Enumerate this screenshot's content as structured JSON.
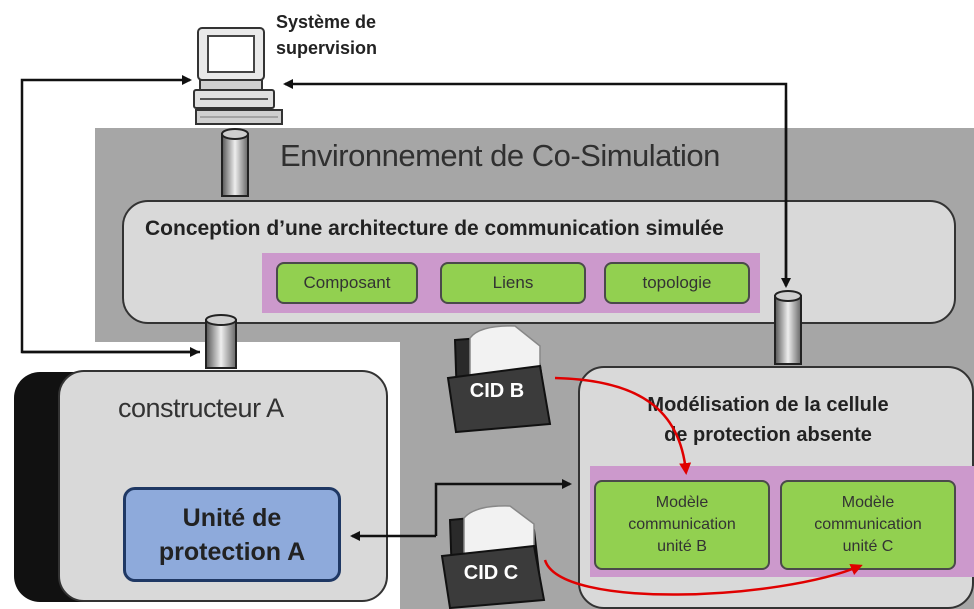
{
  "supervision": {
    "label_line1": "Système de",
    "label_line2": "supervision"
  },
  "environment": {
    "title": "Environnement de Co-Simulation"
  },
  "architecture": {
    "title": "Conception d’une architecture de communication simulée",
    "components": [
      "Composant",
      "Liens",
      "topologie"
    ]
  },
  "constructor": {
    "title": "constructeur A",
    "unit_line1": "Unité de",
    "unit_line2": "protection A"
  },
  "modeling": {
    "title_line1": "Modélisation de la cellule",
    "title_line2": "de protection absente",
    "models": [
      {
        "line1": "Modèle",
        "line2": "communication",
        "line3": "unité B"
      },
      {
        "line1": "Modèle",
        "line2": "communication",
        "line3": "unité C"
      }
    ]
  },
  "cid_files": [
    {
      "label": "CID B"
    },
    {
      "label": "CID C"
    }
  ],
  "colors": {
    "env_gray": "#a6a6a6",
    "panel_gray": "#d9d9d9",
    "purple_band": "#cc99cc",
    "green_chip": "#92d050",
    "unit_blue": "#8eaadb",
    "arrow_red": "#e00000"
  }
}
